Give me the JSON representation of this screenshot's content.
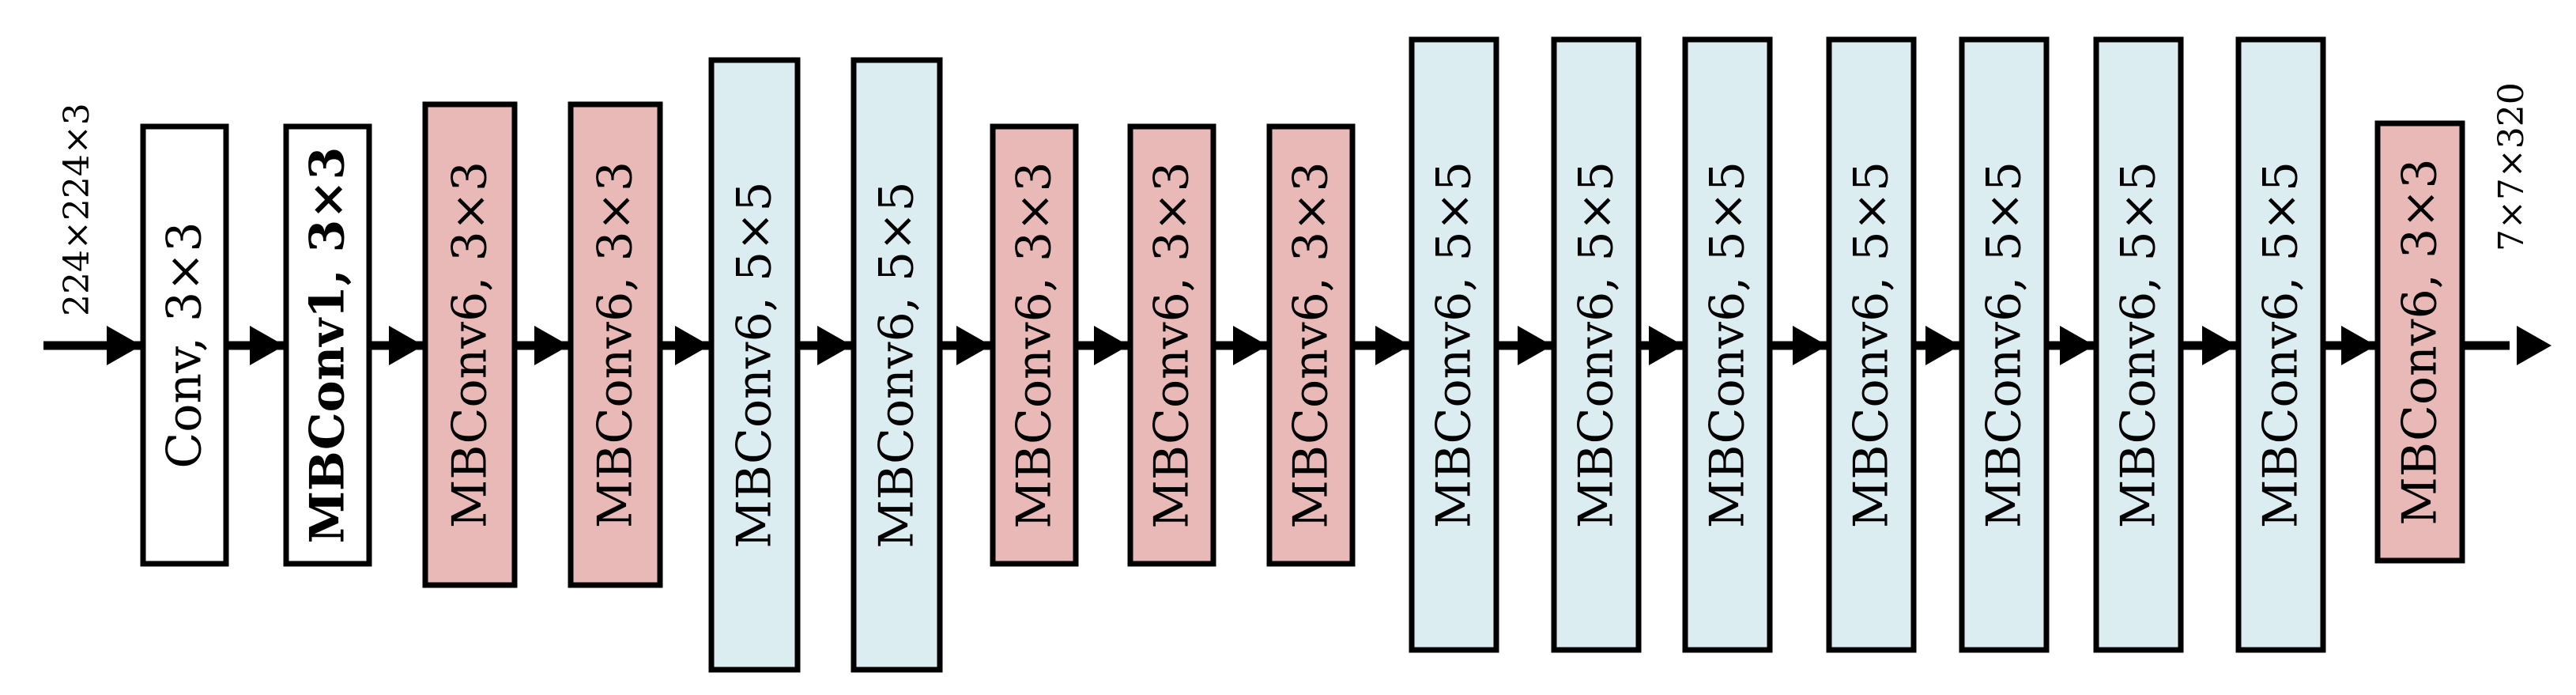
{
  "input_label": "224×224×3",
  "output_label": "7×7×320",
  "colors": {
    "white": "#ffffff",
    "pink": "#e8b9b7",
    "blue": "#dcedf2",
    "stroke": "#000000"
  },
  "blocks": [
    {
      "label": "Conv, 3×3",
      "color": "white",
      "bold": false
    },
    {
      "label": "MBConv1, 3×3",
      "color": "white",
      "bold": true
    },
    {
      "label": "MBConv6, 3×3",
      "color": "pink",
      "bold": false
    },
    {
      "label": "MBConv6, 3×3",
      "color": "pink",
      "bold": false
    },
    {
      "label": "MBConv6, 5×5",
      "color": "blue",
      "bold": false
    },
    {
      "label": "MBConv6, 5×5",
      "color": "blue",
      "bold": false
    },
    {
      "label": "MBConv6, 3×3",
      "color": "pink",
      "bold": false
    },
    {
      "label": "MBConv6, 3×3",
      "color": "pink",
      "bold": false
    },
    {
      "label": "MBConv6, 3×3",
      "color": "pink",
      "bold": false
    },
    {
      "label": "MBConv6, 5×5",
      "color": "blue",
      "bold": false
    },
    {
      "label": "MBConv6, 5×5",
      "color": "blue",
      "bold": false
    },
    {
      "label": "MBConv6, 5×5",
      "color": "blue",
      "bold": false
    },
    {
      "label": "MBConv6, 5×5",
      "color": "blue",
      "bold": false
    },
    {
      "label": "MBConv6, 5×5",
      "color": "blue",
      "bold": false
    },
    {
      "label": "MBConv6, 5×5",
      "color": "blue",
      "bold": false
    },
    {
      "label": "MBConv6, 5×5",
      "color": "blue",
      "bold": false
    },
    {
      "label": "MBConv6, 3×3",
      "color": "pink",
      "bold": false
    }
  ]
}
